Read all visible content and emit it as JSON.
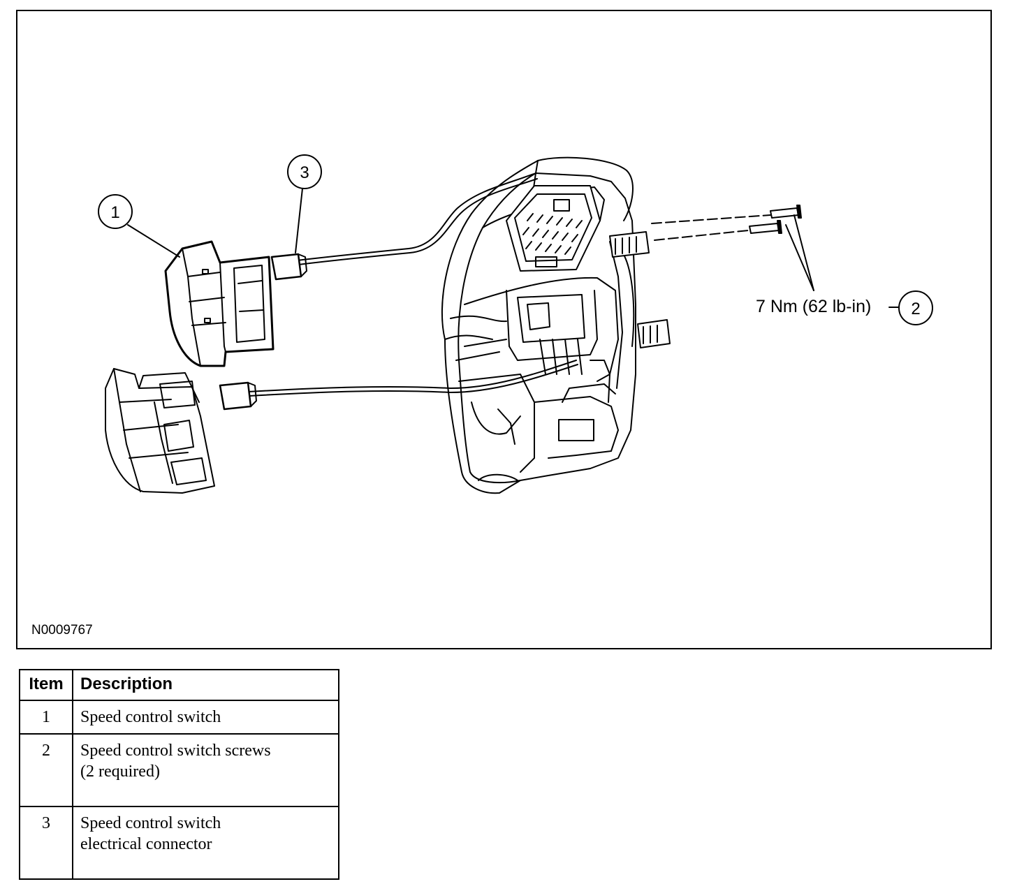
{
  "figure": {
    "id": "N0009767",
    "torque_spec": "7 Nm (62 lb-in)",
    "callouts": [
      "1",
      "2",
      "3"
    ]
  },
  "legend": {
    "headers": {
      "item": "Item",
      "description": "Description"
    },
    "rows": [
      {
        "item": "1",
        "description": "Speed control switch"
      },
      {
        "item": "2",
        "description_lines": [
          "Speed control switch screws",
          "(2 required)"
        ]
      },
      {
        "item": "3",
        "description_lines": [
          "Speed control switch",
          "electrical connector"
        ]
      }
    ]
  }
}
